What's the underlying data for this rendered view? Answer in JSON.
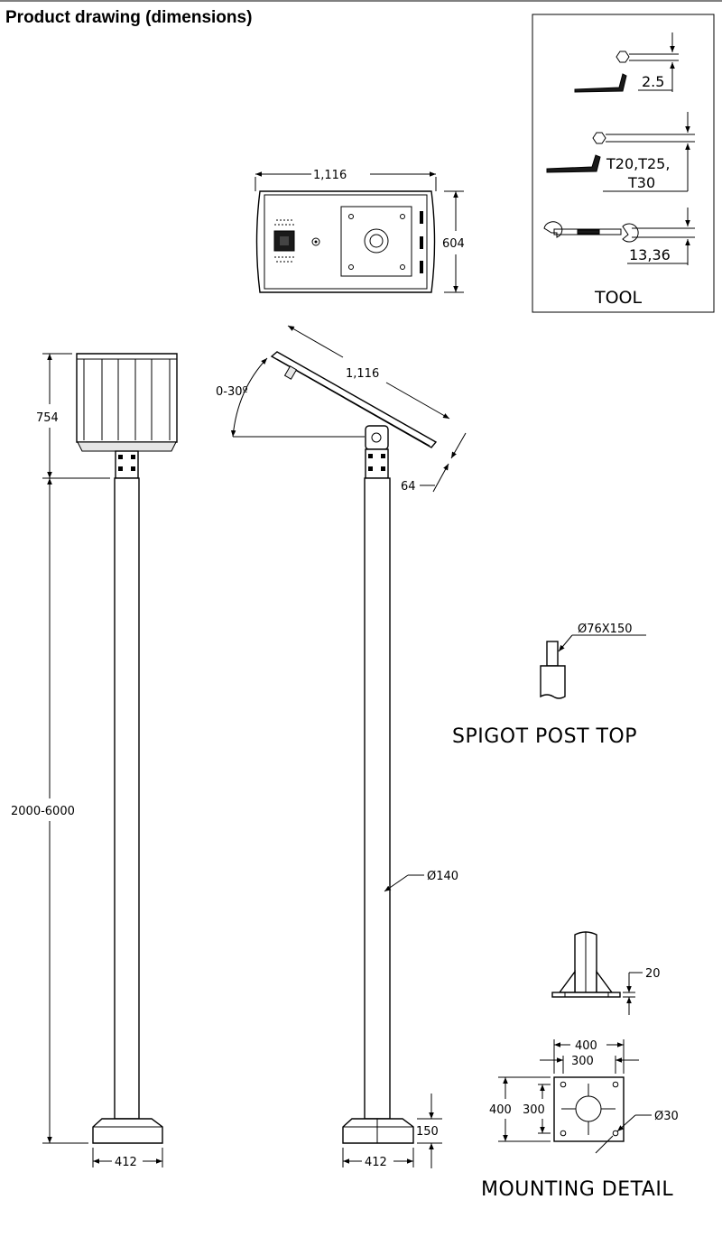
{
  "title": "Product drawing (dimensions)",
  "tool_box": {
    "caption": "TOOL",
    "hex_key_size": "2.5",
    "torx_sizes_line1": "T20,T25,",
    "torx_sizes_line2": "T30",
    "wrench_sizes": "13,36"
  },
  "top_view": {
    "width_label": "1,116",
    "depth_label": "604"
  },
  "front_view": {
    "head_height_label": "754",
    "pole_height_label": "2000-6000",
    "base_width_label": "412"
  },
  "side_view": {
    "tilt_label": "0-30º",
    "panel_length_label": "1,116",
    "panel_thickness_label": "64",
    "pole_diameter_label": "Ø140",
    "base_height_label": "150",
    "base_width_label": "412"
  },
  "spigot": {
    "spec_label": "Ø76X150",
    "caption": "SPIGOT POST TOP"
  },
  "mounting": {
    "plate_thickness_label": "20",
    "outer_width_label": "400",
    "inner_width_label": "300",
    "outer_height_label": "400",
    "inner_height_label": "300",
    "hole_diameter_label": "Ø30",
    "caption": "MOUNTING DETAIL"
  }
}
